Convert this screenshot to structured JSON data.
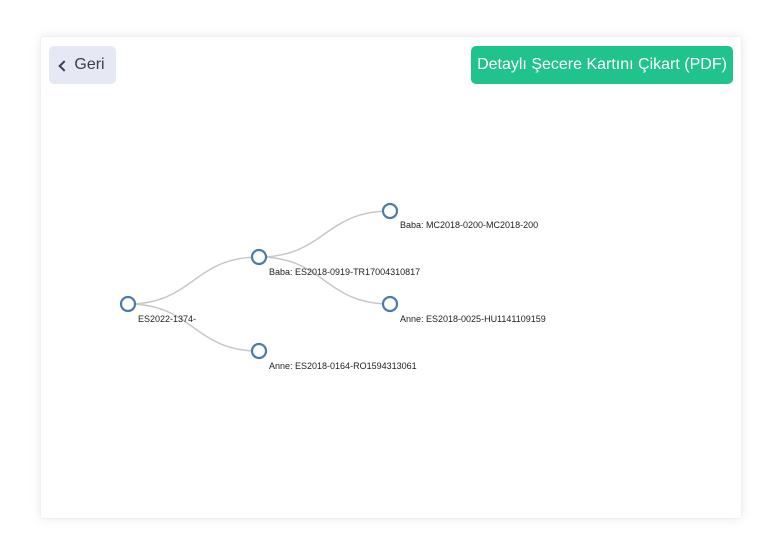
{
  "toolbar": {
    "back_label": "Geri",
    "pdf_label": "Detaylı Şecere Kartını Çikart (PDF)"
  },
  "colors": {
    "primary_action": "#20c38b",
    "secondary_action": "#e6e9f4",
    "node_stroke": "#4a7bab",
    "link": "#c8c8c8"
  },
  "tree": {
    "root": {
      "label": "ES2022-1374-",
      "children": [
        {
          "label": "Baba: ES2018-0919-TR17004310817",
          "children": [
            {
              "label": "Baba: MC2018-0200-MC2018-200"
            },
            {
              "label": "Anne: ES2018-0025-HU1141109159"
            }
          ]
        },
        {
          "label": "Anne: ES2018-0164-RO1594313061"
        }
      ]
    }
  }
}
